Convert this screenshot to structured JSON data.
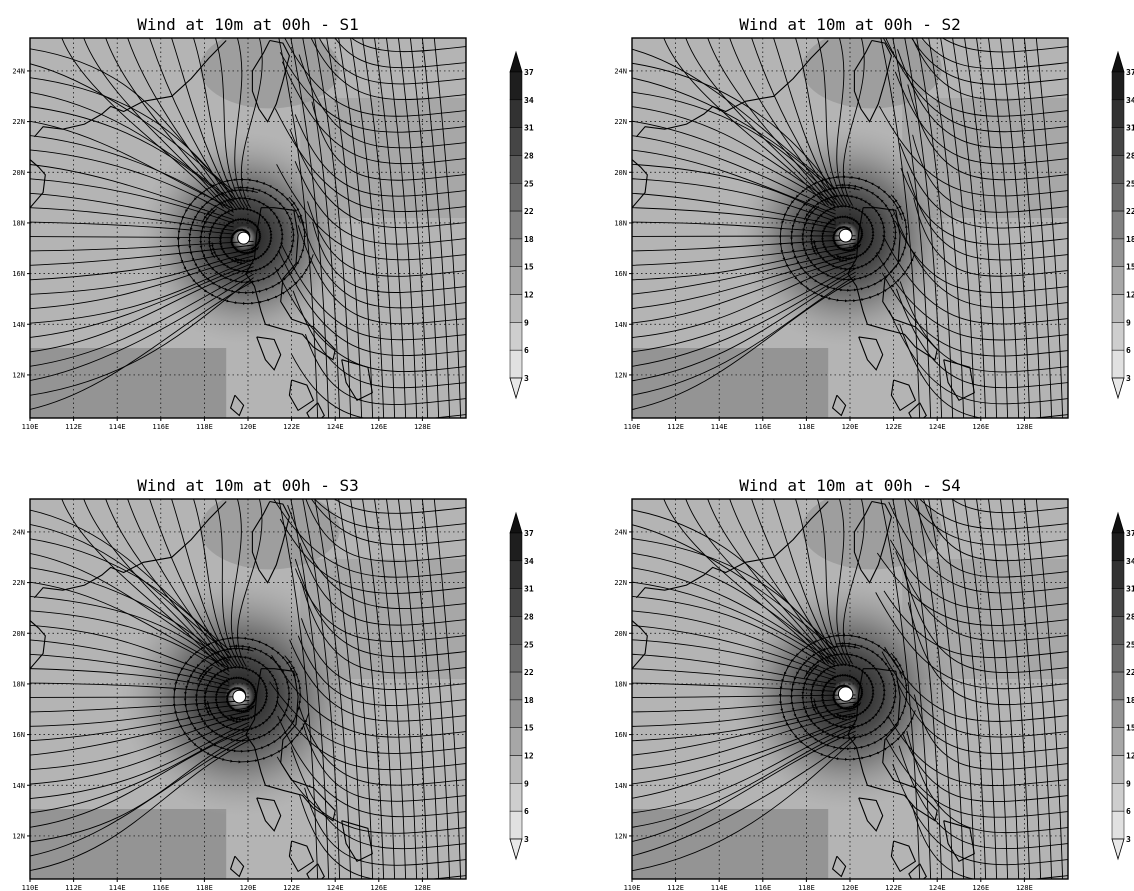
{
  "figure": {
    "colorbar_levels": [
      "37",
      "34",
      "31",
      "28",
      "25",
      "22",
      "18",
      "15",
      "12",
      "9",
      "6",
      "3"
    ],
    "lon_labels": [
      "110E",
      "112E",
      "114E",
      "116E",
      "118E",
      "120E",
      "122E",
      "124E",
      "126E",
      "128E"
    ],
    "lat_labels": [
      "24N",
      "22N",
      "20N",
      "18N",
      "16N",
      "14N",
      "12N"
    ],
    "panels": [
      {
        "id": "s1",
        "title": "Wind at 10m at 00h - S1",
        "cyclone_center": {
          "lon": 119.8,
          "lat": 17.4
        },
        "eye_radius_deg": 0.5,
        "intensity": 0.85
      },
      {
        "id": "s2",
        "title": "Wind at 10m at 00h - S2",
        "cyclone_center": {
          "lon": 119.8,
          "lat": 17.5
        },
        "eye_radius_deg": 0.6,
        "intensity": 0.9
      },
      {
        "id": "s3",
        "title": "Wind at 10m at 00h - S3",
        "cyclone_center": {
          "lon": 119.6,
          "lat": 17.5
        },
        "eye_radius_deg": 0.6,
        "intensity": 1.0
      },
      {
        "id": "s4",
        "title": "Wind at 10m at 00h - S4",
        "cyclone_center": {
          "lon": 119.8,
          "lat": 17.6
        },
        "eye_radius_deg": 0.8,
        "intensity": 0.95
      }
    ],
    "colors": {
      "frame": "#000000",
      "grid": "#000000",
      "land_outline": "#000000",
      "streamline": "#000000"
    }
  }
}
